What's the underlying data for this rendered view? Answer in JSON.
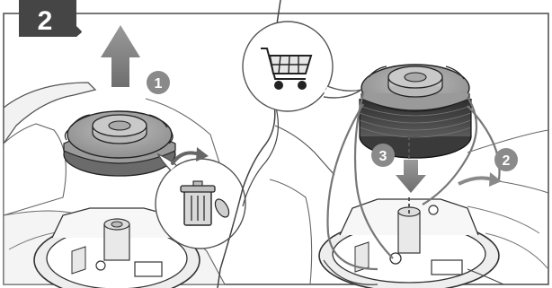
{
  "step_number": "2",
  "callouts": [
    {
      "label": "1"
    },
    {
      "label": "2"
    },
    {
      "label": "3"
    }
  ],
  "icons": {
    "cart": "shopping-cart-icon",
    "trash": "trash-can-icon"
  }
}
